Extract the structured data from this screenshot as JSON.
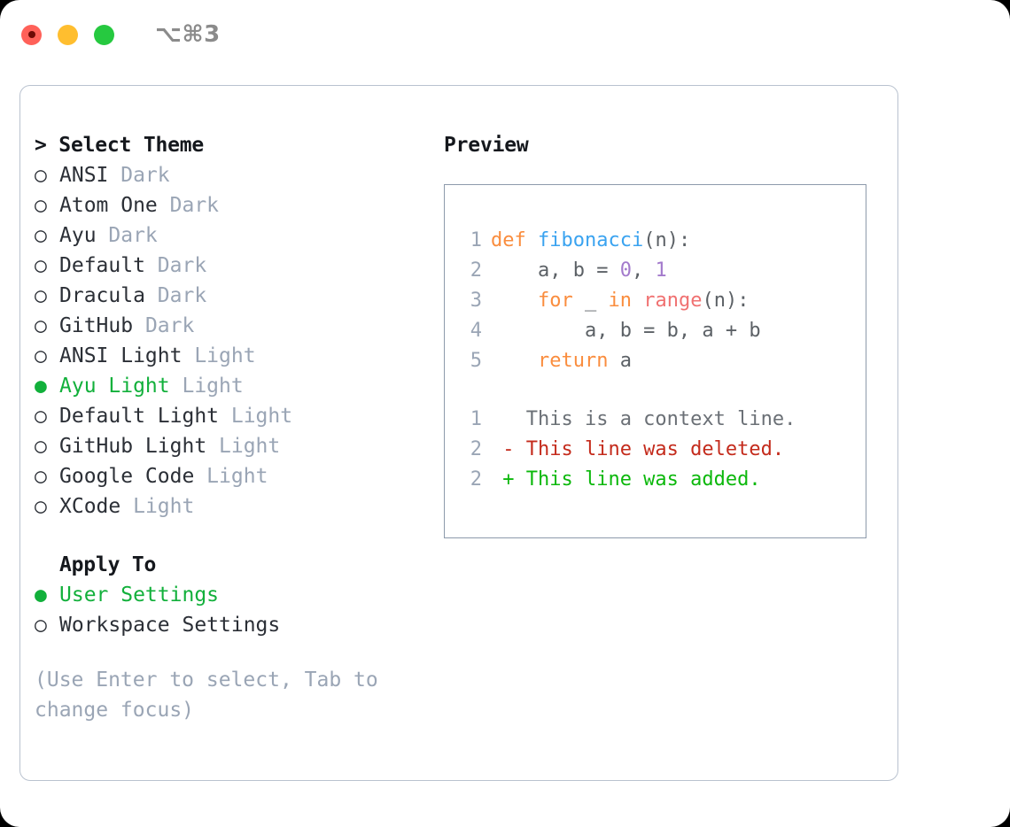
{
  "titlebar": {
    "shortcut": "⌥⌘3",
    "lights": [
      {
        "name": "close",
        "color": "#ff6159"
      },
      {
        "name": "minimize",
        "color": "#ffbe2f"
      },
      {
        "name": "maximize",
        "color": "#26c940"
      }
    ]
  },
  "theme_section": {
    "heading": "> Select Theme",
    "items": [
      {
        "marker": "○",
        "label": "ANSI",
        "suffix": "Dark",
        "selected": false
      },
      {
        "marker": "○",
        "label": "Atom One",
        "suffix": "Dark",
        "selected": false
      },
      {
        "marker": "○",
        "label": "Ayu",
        "suffix": "Dark",
        "selected": false
      },
      {
        "marker": "○",
        "label": "Default",
        "suffix": "Dark",
        "selected": false
      },
      {
        "marker": "○",
        "label": "Dracula",
        "suffix": "Dark",
        "selected": false
      },
      {
        "marker": "○",
        "label": "GitHub",
        "suffix": "Dark",
        "selected": false
      },
      {
        "marker": "○",
        "label": "ANSI Light",
        "suffix": "Light",
        "selected": false
      },
      {
        "marker": "●",
        "label": "Ayu Light",
        "suffix": "Light",
        "selected": true
      },
      {
        "marker": "○",
        "label": "Default Light",
        "suffix": "Light",
        "selected": false
      },
      {
        "marker": "○",
        "label": "GitHub Light",
        "suffix": "Light",
        "selected": false
      },
      {
        "marker": "○",
        "label": "Google Code",
        "suffix": "Light",
        "selected": false
      },
      {
        "marker": "○",
        "label": "XCode",
        "suffix": "Light",
        "selected": false
      }
    ]
  },
  "apply_section": {
    "heading": "Apply To",
    "items": [
      {
        "marker": "●",
        "label": "User Settings",
        "selected": true
      },
      {
        "marker": "○",
        "label": "Workspace Settings",
        "selected": false
      }
    ]
  },
  "hint": "(Use Enter to select, Tab to change focus)",
  "preview": {
    "title": "Preview",
    "code_lines": [
      {
        "number": "1",
        "tokens": [
          {
            "text": "def ",
            "kind": "keyword"
          },
          {
            "text": "fibonacci",
            "kind": "function"
          },
          {
            "text": "(n):",
            "kind": "plain"
          }
        ]
      },
      {
        "number": "2",
        "tokens": [
          {
            "text": "    a, b = ",
            "kind": "plain"
          },
          {
            "text": "0",
            "kind": "number"
          },
          {
            "text": ", ",
            "kind": "plain"
          },
          {
            "text": "1",
            "kind": "number"
          }
        ]
      },
      {
        "number": "3",
        "tokens": [
          {
            "text": "    ",
            "kind": "plain"
          },
          {
            "text": "for",
            "kind": "keyword"
          },
          {
            "text": " _ ",
            "kind": "plain"
          },
          {
            "text": "in",
            "kind": "keyword"
          },
          {
            "text": " ",
            "kind": "plain"
          },
          {
            "text": "range",
            "kind": "builtin"
          },
          {
            "text": "(n):",
            "kind": "plain"
          }
        ]
      },
      {
        "number": "4",
        "tokens": [
          {
            "text": "        a, b = b, a + b",
            "kind": "plain"
          }
        ]
      },
      {
        "number": "5",
        "tokens": [
          {
            "text": "    ",
            "kind": "plain"
          },
          {
            "text": "return",
            "kind": "keyword"
          },
          {
            "text": " a",
            "kind": "plain"
          }
        ]
      }
    ],
    "diff_lines": [
      {
        "number": "1",
        "sign": " ",
        "text": "This is a context line.",
        "kind": "context"
      },
      {
        "number": "2",
        "sign": "-",
        "text": "This line was deleted.",
        "kind": "deleted"
      },
      {
        "number": "2",
        "sign": "+",
        "text": "This line was added.",
        "kind": "added"
      }
    ]
  },
  "colors": {
    "accent_green": "#12b03b",
    "muted": "#9aa5b5",
    "keyword": "#fa8d3e",
    "function": "#3aa3f0",
    "number": "#a37acc",
    "builtin": "#f07171",
    "diff_deleted": "#c42b1c",
    "diff_added": "#0cb80c",
    "border": "#b9c2cf",
    "preview_border": "#8d9aab"
  }
}
